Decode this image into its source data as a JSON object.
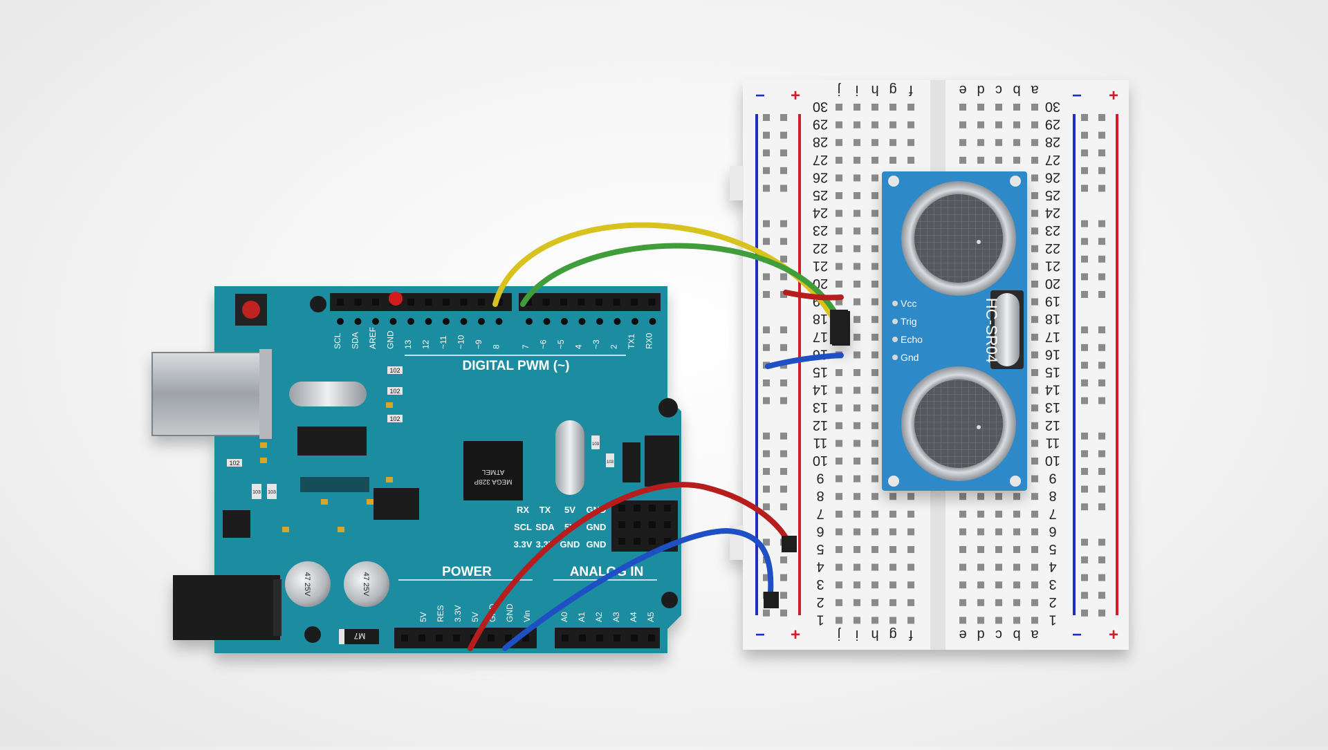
{
  "arduino": {
    "header_labels": [
      "SCL",
      "SDA",
      "AREF",
      "GND",
      "13",
      "12",
      "~11",
      "~10",
      "~9",
      "8",
      "7",
      "~6",
      "~5",
      "4",
      "~3",
      "2",
      "TX1",
      "RX0"
    ],
    "digital_title": "DIGITAL PWM (~)",
    "power_title": "POWER",
    "analog_title": "ANALOG IN",
    "power_pins": [
      "5V",
      "RES",
      "3.3V",
      "5V",
      "GND",
      "GND",
      "Vin"
    ],
    "analog_pins": [
      "A0",
      "A1",
      "A2",
      "A3",
      "A4",
      "A5"
    ],
    "chip_lines": [
      "ATMEL",
      "MEGA 328P"
    ],
    "icsp_rows": [
      [
        "RX",
        "TX",
        "5V",
        "GND"
      ],
      [
        "SCL",
        "SDA",
        "5V",
        "GND"
      ],
      [
        "3.3V",
        "3.3V",
        "GND",
        "GND"
      ]
    ],
    "resistor_code_a": "102",
    "resistor_code_b": "103",
    "capacitor_label": "47 25V",
    "diode_label": "M7"
  },
  "breadboard": {
    "col_letters_left": [
      "f",
      "g",
      "h",
      "i",
      "j"
    ],
    "col_letters_right": [
      "a",
      "b",
      "c",
      "d",
      "e"
    ],
    "minus": "−",
    "plus": "+"
  },
  "sensor": {
    "name": "HC-SR04",
    "pins": [
      "Vcc",
      "Trig",
      "Echo",
      "Gnd"
    ]
  },
  "colors": {
    "board": "#1d8ca0",
    "wire_yellow": "#d8c21f",
    "wire_green": "#3f9e3a",
    "wire_red": "#b81d1d",
    "wire_blue": "#1f4fc4",
    "sensor_blue": "#2f89c9",
    "rail_red": "#d21f2a",
    "rail_blue": "#1f2fc4"
  }
}
